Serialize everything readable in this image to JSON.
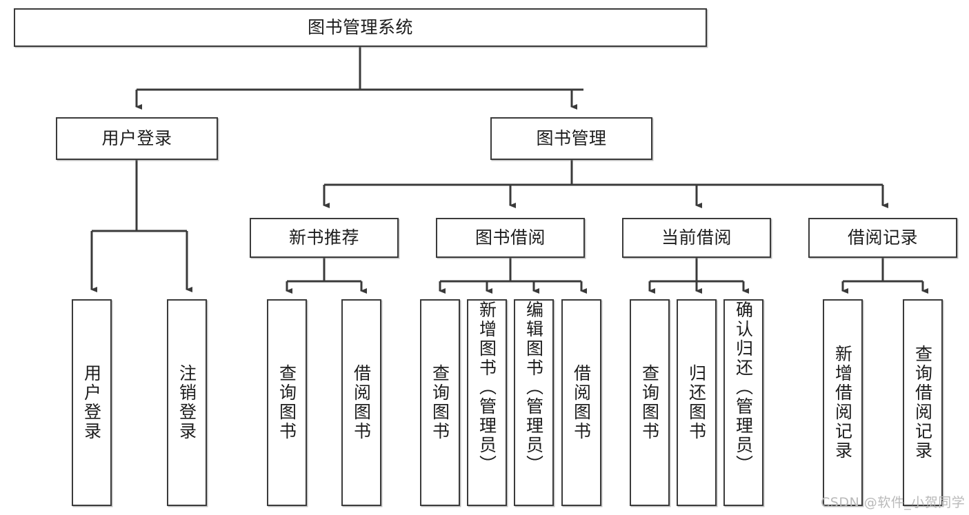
{
  "diagram": {
    "type": "tree-hierarchy",
    "title": "图书管理系统",
    "orientation": "top-down",
    "colors": {
      "box_border": "#3a3a3a",
      "box_fill": "#ffffff",
      "edge": "#3a3a3a",
      "text": "#1c1c1c",
      "watermark": "#b9b9b9"
    }
  },
  "root": {
    "label": "图书管理系统"
  },
  "level2": [
    {
      "label": "用户登录"
    },
    {
      "label": "图书管理"
    }
  ],
  "level3": [
    {
      "label": "新书推荐"
    },
    {
      "label": "图书借阅"
    },
    {
      "label": "当前借阅"
    },
    {
      "label": "借阅记录"
    }
  ],
  "leaves": {
    "user_login": [
      {
        "label": "用户登录"
      },
      {
        "label": "注销登录"
      }
    ],
    "new_book_recommend": [
      {
        "label": "查询图书"
      },
      {
        "label": "借阅图书"
      }
    ],
    "book_borrow": [
      {
        "label": "查询图书"
      },
      {
        "label": "新增图书（管理员）"
      },
      {
        "label": "编辑图书（管理员）"
      },
      {
        "label": "借阅图书"
      }
    ],
    "current_borrow": [
      {
        "label": "查询图书"
      },
      {
        "label": "归还图书"
      },
      {
        "label": "确认归还（管理员）"
      }
    ],
    "borrow_record": [
      {
        "label": "新增借阅记录"
      },
      {
        "label": "查询借阅记录"
      }
    ]
  },
  "watermark": {
    "text": "CSDN @软件_小贺同学"
  }
}
